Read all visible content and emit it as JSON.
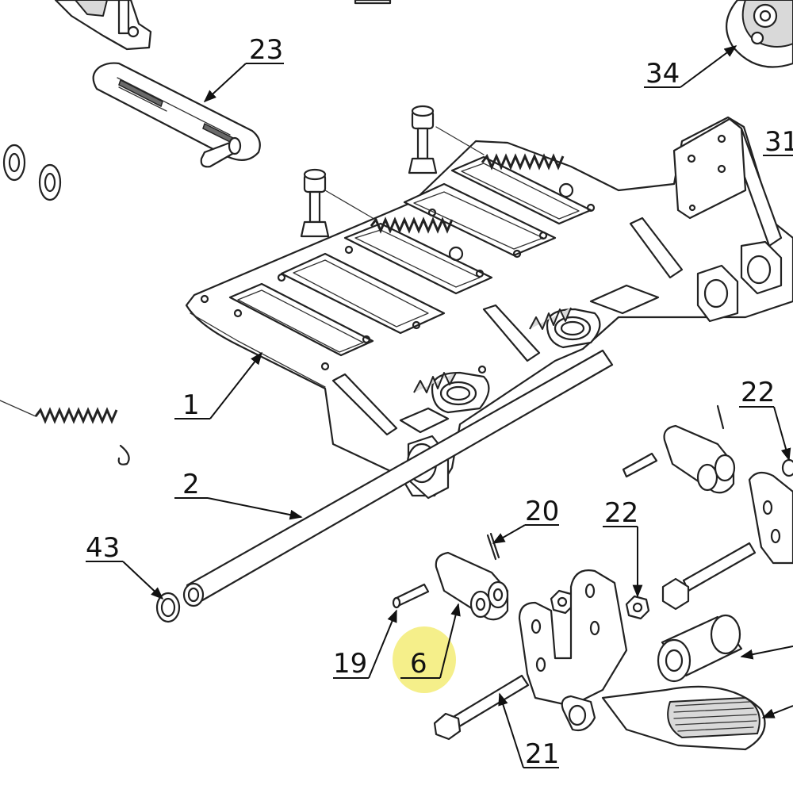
{
  "diagram": {
    "callouts": [
      {
        "id": "c1",
        "label": "1"
      },
      {
        "id": "c2",
        "label": "2"
      },
      {
        "id": "c6",
        "label": "6"
      },
      {
        "id": "c19",
        "label": "19"
      },
      {
        "id": "c20",
        "label": "20"
      },
      {
        "id": "c21",
        "label": "21"
      },
      {
        "id": "c22a",
        "label": "22"
      },
      {
        "id": "c22b",
        "label": "22"
      },
      {
        "id": "c23",
        "label": "23"
      },
      {
        "id": "c31",
        "label": "31"
      },
      {
        "id": "c34",
        "label": "34"
      },
      {
        "id": "c43",
        "label": "43"
      }
    ],
    "highlight": {
      "target": "6",
      "color": "#f5ef8a"
    }
  }
}
